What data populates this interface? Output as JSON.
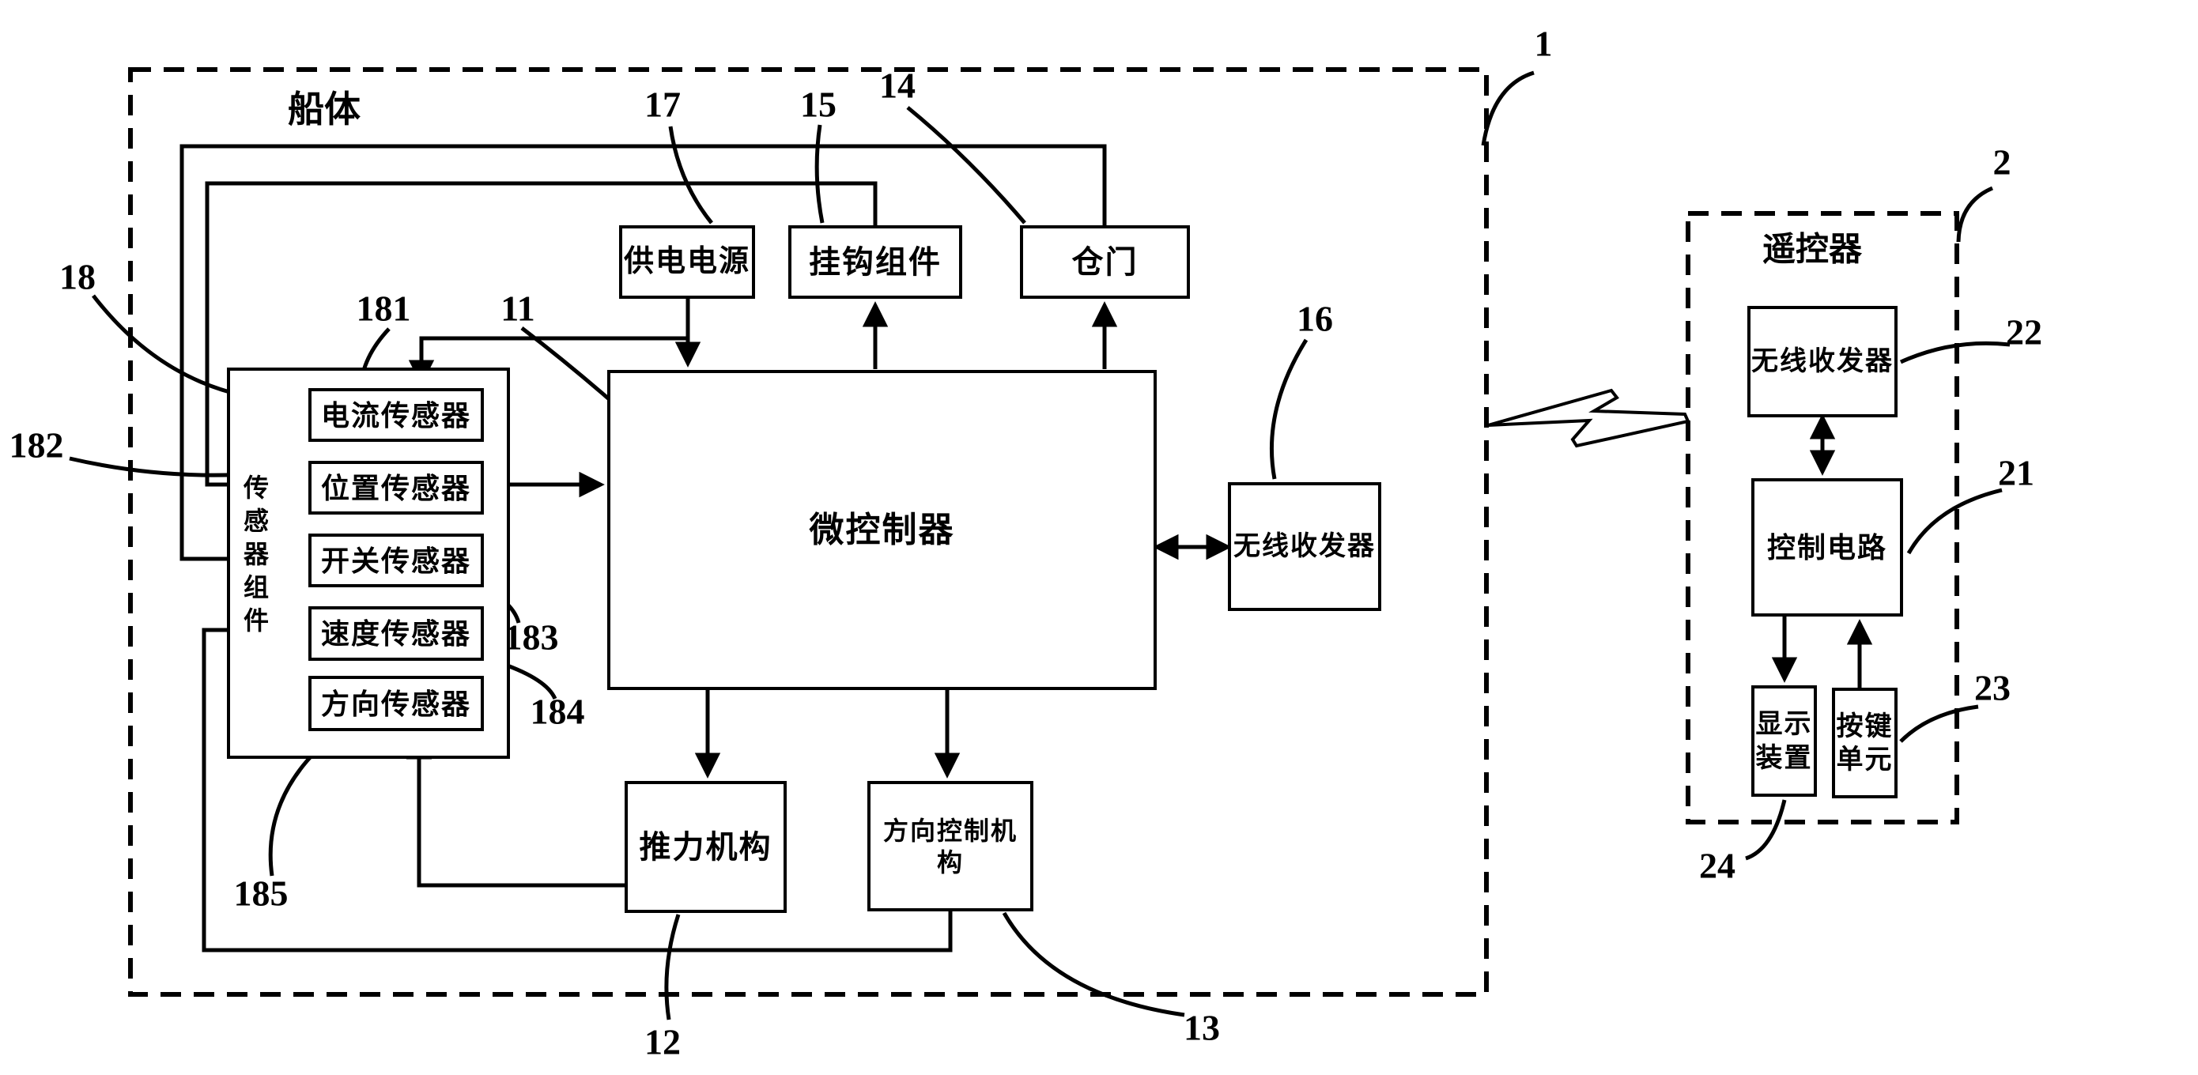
{
  "containers": {
    "hull": {
      "label": "船体",
      "ref": "1"
    },
    "remote": {
      "label": "遥控器",
      "ref": "2"
    }
  },
  "hull_blocks": {
    "power": {
      "label": "供电电源",
      "ref": "17"
    },
    "hook": {
      "label": "挂钩组件",
      "ref": "15"
    },
    "door": {
      "label": "仓门",
      "ref": "14"
    },
    "mcu": {
      "label": "微控制器",
      "ref": "11"
    },
    "radio": {
      "label": "无线收发器",
      "ref": "16"
    },
    "thrust": {
      "label": "推力机构",
      "ref": "12"
    },
    "steer": {
      "label": "方向控制机构",
      "ref": "13"
    },
    "sensor_group": {
      "label": "传感器组件",
      "ref": "18"
    },
    "sensors": [
      {
        "label": "电流传感器",
        "ref": "181"
      },
      {
        "label": "位置传感器",
        "ref": "182"
      },
      {
        "label": "开关传感器",
        "ref": "183"
      },
      {
        "label": "速度传感器",
        "ref": "184"
      },
      {
        "label": "方向传感器",
        "ref": "185"
      }
    ]
  },
  "remote_blocks": {
    "radio": {
      "label": "无线收发器",
      "ref": "22"
    },
    "control": {
      "label": "控制电路",
      "ref": "21"
    },
    "display": {
      "label": "显示装置",
      "ref": "24"
    },
    "keys": {
      "label": "按键单元",
      "ref": "23"
    }
  },
  "colors": {
    "ink": "#000000",
    "paper": "#ffffff"
  }
}
